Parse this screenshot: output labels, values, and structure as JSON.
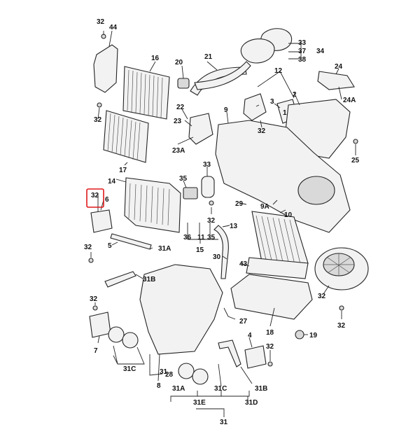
{
  "callouts": {
    "c44": "44",
    "c32a": "32",
    "c16": "16",
    "c20": "20",
    "c21": "21",
    "c33t": "33",
    "c37": "37",
    "c38": "38",
    "c34": "34",
    "c12": "12",
    "c24": "24",
    "c24a": "24A",
    "c32b": "32",
    "c17": "17",
    "c22": "22",
    "c23": "23",
    "c23a": "23A",
    "c3": "3",
    "c2": "2",
    "c1": "1",
    "c32c": "32",
    "c9": "9",
    "c25": "25",
    "c14": "14",
    "c35": "35",
    "c33m": "33",
    "c32d": "32",
    "c6": "6",
    "c29": "29",
    "c9a": "9A",
    "c10": "10",
    "c32e": "32",
    "c13": "13",
    "c36": "36",
    "c11": "11",
    "c35b": "35",
    "c15": "15",
    "c31a": "31A",
    "c32f": "32",
    "c5": "5",
    "c30": "30",
    "c43": "43",
    "c31b": "31B",
    "c32g": "32",
    "c32h": "32",
    "c27": "27",
    "c18": "18",
    "c19": "19",
    "c32i": "32",
    "c7": "7",
    "c4": "4",
    "c32j": "32",
    "c31c": "31C",
    "c28": "28",
    "c8": "8",
    "c31": "31",
    "c31a2": "31A",
    "c31c2": "31C",
    "c31b2": "31B",
    "c31e": "31E",
    "c31d": "31D",
    "c31bot": "31"
  },
  "highlight": {
    "callout": "32",
    "color": "#e0181a"
  }
}
